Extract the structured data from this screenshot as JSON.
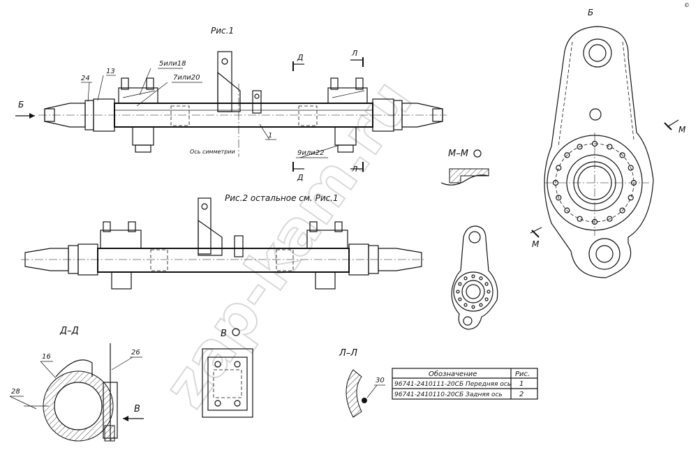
{
  "figure1": {
    "title": "Рис.1",
    "callouts": [
      "24",
      "13",
      "5или18",
      "7или20",
      "1",
      "9или22"
    ],
    "symmetry_label": "Ось симметрии",
    "view_b": "Б",
    "section_d_top": "Д",
    "section_d_bottom": "Д",
    "section_l_top": "Л",
    "section_l_bottom": "Л"
  },
  "figure2": {
    "title": "Рис.2  остальное см. Рис.1"
  },
  "view_b": {
    "title": "Б",
    "section_m_top": "М",
    "section_m_bottom": "М"
  },
  "section_mm": {
    "title": "М–М"
  },
  "section_dd": {
    "title": "Д–Д",
    "callouts": [
      "16",
      "26",
      "28"
    ],
    "view_v": "В"
  },
  "view_v": {
    "title": "В"
  },
  "section_ll": {
    "title": "Л–Л",
    "callout": "30"
  },
  "table": {
    "headers": [
      "Обозначение",
      "Рис."
    ],
    "rows": [
      [
        "96741-2410111-20СБ Передняя ось",
        "1"
      ],
      [
        "96741-2410110-20СБ Задняя ось",
        "2"
      ]
    ]
  },
  "watermark": "zap-kam.ru",
  "corner_mark": "©"
}
